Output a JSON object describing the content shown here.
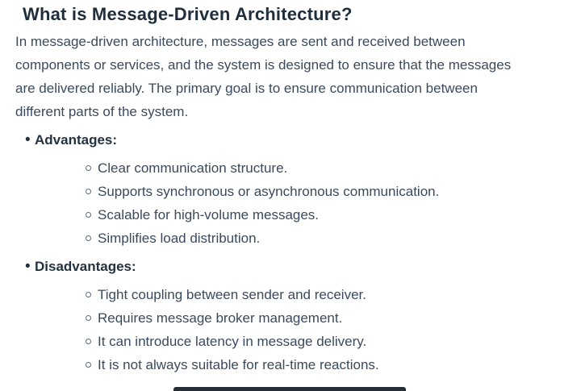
{
  "article": {
    "title": "What is Message-Driven Architecture?",
    "intro_lines": [
      "In message-driven architecture, messages are sent and received between",
      "components or services, and the system is designed to ensure that the messages",
      "are delivered reliably. The primary goal is to ensure communication between",
      "different parts of the system."
    ],
    "sections": [
      {
        "label": "Advantages:",
        "items": [
          "Clear communication structure.",
          "Supports synchronous or asynchronous communication.",
          "Scalable for high-volume messages.",
          "Simplifies load distribution."
        ]
      },
      {
        "label": "Disadvantages:",
        "items": [
          "Tight coupling between sender and receiver.",
          "Requires message broker management.",
          "It can introduce latency in message delivery.",
          "It is not always suitable for real-time reactions."
        ]
      }
    ]
  },
  "colors": {
    "background": "#ffffff",
    "title_text": "#212f3d",
    "body_text": "#3a4a5c",
    "bold_label_text": "#243240",
    "sub_bullet_outline": "#5c6b7a",
    "cropped_block": "#262f38"
  }
}
